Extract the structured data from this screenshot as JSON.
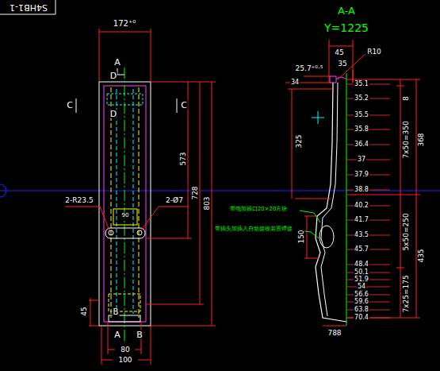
{
  "diagram": {
    "labels": [
      "S4HB1-1",
      "172⁺⁰",
      "A",
      "D",
      "D",
      "C",
      "C",
      "2-R23.5",
      "2-Ø7",
      "90",
      "573",
      "728",
      "803",
      "45",
      "B",
      "80",
      "100",
      "A",
      "B",
      "A-A",
      "Y=1225",
      "45",
      "35",
      "R10",
      "25.7⁺⁰·⁵",
      "34",
      "325",
      "8",
      "7x50=350",
      "368",
      "5x50=250",
      "435",
      "7x25=175",
      "150",
      "788",
      "带电加插口20×20方块",
      "带插头加插入自动接收装置焊接",
      "35.1",
      "35.2",
      "35.5",
      "35.8",
      "36.4",
      "37",
      "37.9",
      "38.8",
      "40.2",
      "41.7",
      "43.5",
      "45.7",
      "48.4",
      "50.1",
      "51.9",
      "54",
      "56.6",
      "59.6",
      "63.8",
      "70.4"
    ]
  }
}
